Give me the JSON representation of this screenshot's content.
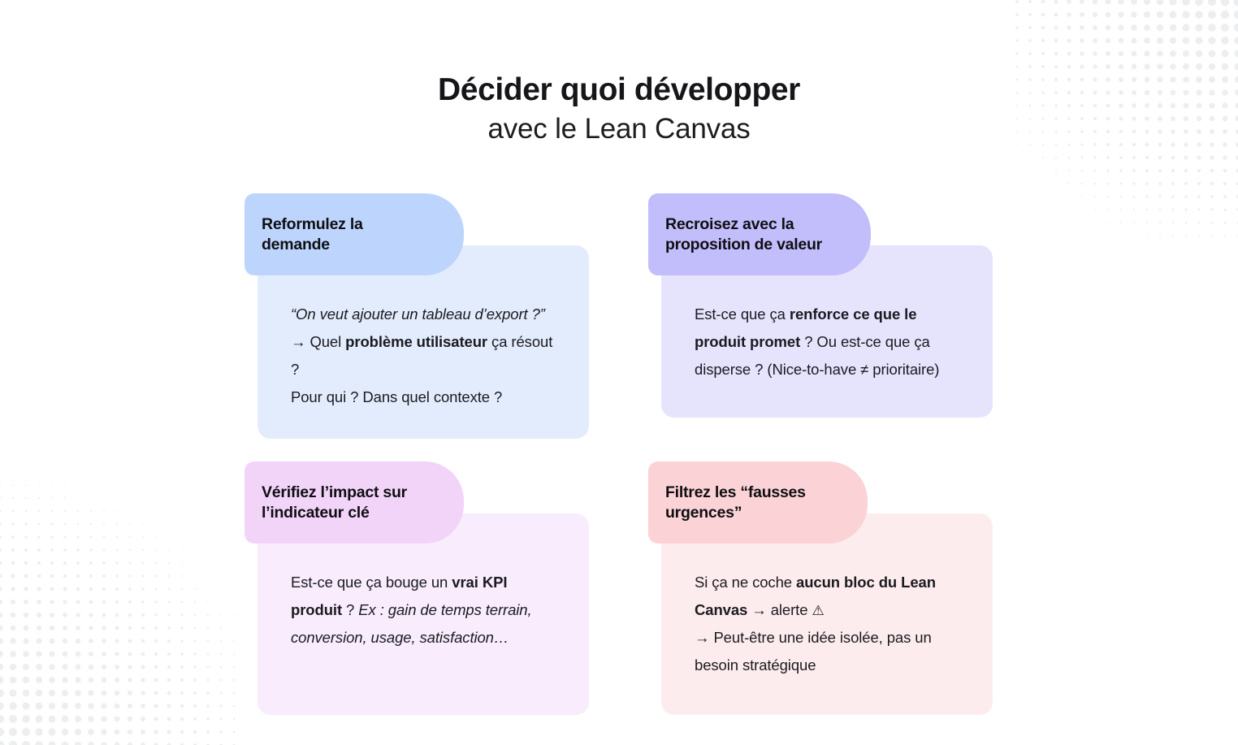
{
  "heading": {
    "line_1": "Décider quoi développer",
    "line_2": "avec le Lean Canvas"
  },
  "decorations": {
    "top_right": "halftone-dots-pattern",
    "bottom_left": "halftone-dots-pattern",
    "dot_color": "#edeef0"
  },
  "colors": {
    "background": "#ffffff",
    "text": "#17171b",
    "card_blue_tab": "#bdd5fd",
    "card_blue_body": "#e3ecfd",
    "card_purple_tab": "#c2bdfb",
    "card_purple_body": "#e6e3fd",
    "card_pink_tab": "#f2d4f9",
    "card_pink_body": "#f8ecfd",
    "card_salmon_tab": "#fbd2d6",
    "card_salmon_body": "#fdecee"
  },
  "cards": [
    {
      "id": "reformulez-la-demande",
      "title": "Reformulez la\ndemande",
      "lines": [
        "“On veut ajouter un tableau d’export ?”",
        "→ Quel problème utilisateur ça résout ?",
        "Pour qui ? Dans quel contexte ?"
      ]
    },
    {
      "id": "recroisez-avec-la-proposition-de-valeur",
      "title": "Recroisez avec la\nproposition de valeur",
      "lines": [
        "Est-ce que ça renforce ce que le",
        "produit promet ? Ou est-ce que ça",
        "disperse ? (Nice-to-have ≠ prioritaire)"
      ]
    },
    {
      "id": "verifiez-l-impact-sur-l-indicateur-cle",
      "title": "Vérifiez l’impact sur\nl’indicateur clé",
      "lines": [
        "Est-ce que ça bouge un vrai KPI",
        "produit ? Ex : gain de temps terrain,",
        "conversion, usage, satisfaction…"
      ]
    },
    {
      "id": "filtrez-les-fausses-urgences",
      "title": "Filtrez les “fausses\nurgences”",
      "lines": [
        "Si ça ne coche aucun bloc du Lean",
        "Canvas → alerte ⚠",
        "→ Peut-être une idée isolée, pas un",
        "besoin stratégique"
      ]
    }
  ]
}
